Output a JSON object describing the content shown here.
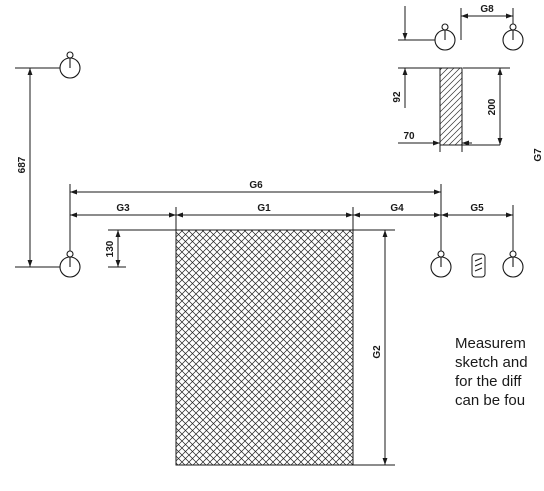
{
  "dimensions": {
    "height_687": "687",
    "height_130": "130",
    "g1": "G1",
    "g2": "G2",
    "g3": "G3",
    "g4": "G4",
    "g5": "G5",
    "g6": "G6",
    "g7": "G7",
    "g8": "G8",
    "offset_92": "92",
    "height_200": "200",
    "width_70": "70"
  },
  "note_lines": [
    "Measurem",
    "sketch and",
    "for the diff",
    "can be fou"
  ]
}
